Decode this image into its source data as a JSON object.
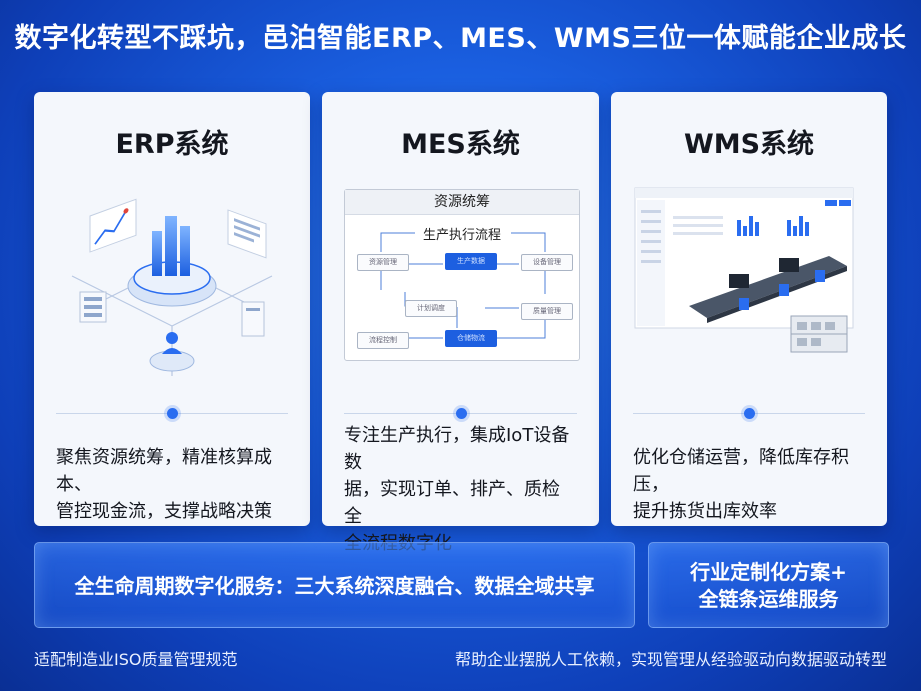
{
  "header": {
    "title": "数字化转型不踩坑，邑泊智能ERP、MES、WMS三位一体赋能企业成长"
  },
  "cards": [
    {
      "title": "ERP系统",
      "desc_lines": [
        "聚焦资源统筹，精准核算成本、",
        "管控现金流，支撑战略决策"
      ]
    },
    {
      "title": "MES系统",
      "desc_lines": [
        "专注生产执行，集成IoT设备数",
        "据，实现订单、排产、质检全",
        "全流程数字化"
      ],
      "flow": {
        "header": "资源统筹",
        "subtitle": "生产执行流程",
        "nodes": [
          "资源管理",
          "生产数据",
          "设备管理",
          "计划调度",
          "质量管理",
          "流程控制",
          "仓储物流"
        ]
      }
    },
    {
      "title": "WMS系统",
      "desc_lines": [
        "优化仓储运营，降低库存积压，",
        "提升拣货出库效率"
      ]
    }
  ],
  "bottom": {
    "main_text": "全生命周期数字化服务：三大系统深度融合、数据全域共享",
    "side_lines": [
      "行业定制化方案+",
      "全链条运维服务"
    ]
  },
  "footer": {
    "left": "适配制造业ISO质量管理规范",
    "right": "帮助企业摆脱人工依赖，实现管理从经验驱动向数据驱动转型"
  },
  "colors": {
    "accent": "#2a6df0",
    "background": "#1a5fe0",
    "card": "#f4f7fc"
  }
}
